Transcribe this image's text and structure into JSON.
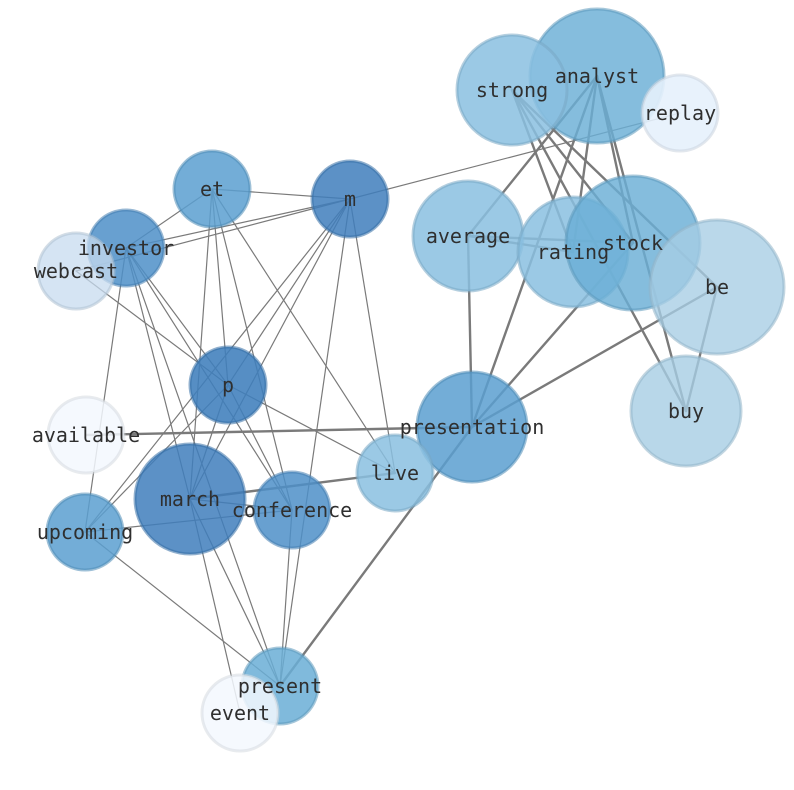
{
  "graph": {
    "nodes": [
      {
        "id": "analyst",
        "label": "analyst",
        "color": "#6aaed6"
      },
      {
        "id": "strong",
        "label": "strong",
        "color": "#89bfe0"
      },
      {
        "id": "replay",
        "label": "replay",
        "color": "#e6f1fc"
      },
      {
        "id": "m",
        "label": "m",
        "color": "#3f7ebc"
      },
      {
        "id": "et",
        "label": "et",
        "color": "#5a9fd0"
      },
      {
        "id": "investor",
        "label": "investor",
        "color": "#4d8fc8"
      },
      {
        "id": "webcast",
        "label": "webcast",
        "color": "#c7dbef"
      },
      {
        "id": "average",
        "label": "average",
        "color": "#89bfe0"
      },
      {
        "id": "rating",
        "label": "rating",
        "color": "#89bfe0"
      },
      {
        "id": "stock",
        "label": "stock",
        "color": "#6aaed6"
      },
      {
        "id": "be",
        "label": "be",
        "color": "#a6cde4"
      },
      {
        "id": "buy",
        "label": "buy",
        "color": "#a6cde4"
      },
      {
        "id": "p",
        "label": "p",
        "color": "#3f7ebc"
      },
      {
        "id": "available",
        "label": "available",
        "color": "#f3f8fe"
      },
      {
        "id": "presentation",
        "label": "presentation",
        "color": "#5a9fd0"
      },
      {
        "id": "live",
        "label": "live",
        "color": "#89bfe0"
      },
      {
        "id": "march",
        "label": "march",
        "color": "#3f7ebc"
      },
      {
        "id": "conference",
        "label": "conference",
        "color": "#4d8fc8"
      },
      {
        "id": "upcoming",
        "label": "upcoming",
        "color": "#5a9fd0"
      },
      {
        "id": "present",
        "label": "present",
        "color": "#6aaed6"
      },
      {
        "id": "event",
        "label": "event",
        "color": "#f3f8fe"
      }
    ],
    "edges": [
      {
        "source": "analyst",
        "target": "average",
        "weight": 2
      },
      {
        "source": "analyst",
        "target": "rating",
        "weight": 2
      },
      {
        "source": "analyst",
        "target": "buy",
        "weight": 2
      },
      {
        "source": "analyst",
        "target": "presentation",
        "weight": 2
      },
      {
        "source": "analyst",
        "target": "stock",
        "weight": 2
      },
      {
        "source": "strong",
        "target": "stock",
        "weight": 2
      },
      {
        "source": "strong",
        "target": "buy",
        "weight": 2
      },
      {
        "source": "strong",
        "target": "be",
        "weight": 2
      },
      {
        "source": "strong",
        "target": "rating",
        "weight": 2
      },
      {
        "source": "replay",
        "target": "m",
        "weight": 1
      },
      {
        "source": "average",
        "target": "rating",
        "weight": 2
      },
      {
        "source": "average",
        "target": "stock",
        "weight": 2
      },
      {
        "source": "average",
        "target": "presentation",
        "weight": 2
      },
      {
        "source": "stock",
        "target": "presentation",
        "weight": 2
      },
      {
        "source": "be",
        "target": "buy",
        "weight": 2
      },
      {
        "source": "be",
        "target": "presentation",
        "weight": 2
      },
      {
        "source": "presentation",
        "target": "available",
        "weight": 2
      },
      {
        "source": "presentation",
        "target": "present",
        "weight": 2
      },
      {
        "source": "m",
        "target": "et",
        "weight": 1
      },
      {
        "source": "m",
        "target": "investor",
        "weight": 1
      },
      {
        "source": "m",
        "target": "p",
        "weight": 1
      },
      {
        "source": "m",
        "target": "march",
        "weight": 1
      },
      {
        "source": "m",
        "target": "upcoming",
        "weight": 1
      },
      {
        "source": "m",
        "target": "live",
        "weight": 1
      },
      {
        "source": "m",
        "target": "present",
        "weight": 1
      },
      {
        "source": "m",
        "target": "webcast",
        "weight": 1
      },
      {
        "source": "et",
        "target": "investor",
        "weight": 1
      },
      {
        "source": "et",
        "target": "p",
        "weight": 1
      },
      {
        "source": "et",
        "target": "march",
        "weight": 1
      },
      {
        "source": "et",
        "target": "conference",
        "weight": 1
      },
      {
        "source": "et",
        "target": "live",
        "weight": 1
      },
      {
        "source": "investor",
        "target": "p",
        "weight": 1
      },
      {
        "source": "investor",
        "target": "march",
        "weight": 1
      },
      {
        "source": "investor",
        "target": "conference",
        "weight": 1
      },
      {
        "source": "investor",
        "target": "upcoming",
        "weight": 1
      },
      {
        "source": "investor",
        "target": "present",
        "weight": 1
      },
      {
        "source": "webcast",
        "target": "p",
        "weight": 1
      },
      {
        "source": "p",
        "target": "live",
        "weight": 1
      },
      {
        "source": "p",
        "target": "march",
        "weight": 1
      },
      {
        "source": "p",
        "target": "conference",
        "weight": 1
      },
      {
        "source": "p",
        "target": "upcoming",
        "weight": 1
      },
      {
        "source": "live",
        "target": "march",
        "weight": 2
      },
      {
        "source": "march",
        "target": "conference",
        "weight": 1
      },
      {
        "source": "march",
        "target": "present",
        "weight": 1
      },
      {
        "source": "march",
        "target": "event",
        "weight": 1
      },
      {
        "source": "conference",
        "target": "upcoming",
        "weight": 1
      },
      {
        "source": "conference",
        "target": "present",
        "weight": 1
      },
      {
        "source": "upcoming",
        "target": "present",
        "weight": 1
      }
    ]
  }
}
